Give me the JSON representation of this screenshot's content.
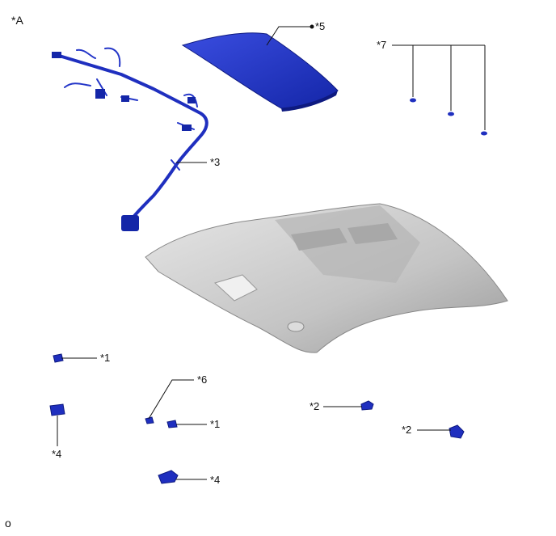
{
  "diagram": {
    "view_label": "*A",
    "footer_mark": "o",
    "callouts": {
      "c1a": "*1",
      "c1b": "*1",
      "c2a": "*2",
      "c2b": "*2",
      "c3": "*3",
      "c4a": "*4",
      "c4b": "*4",
      "c5": "*5",
      "c6": "*6",
      "c7": "*7"
    }
  },
  "colors": {
    "part_blue": "#1f2fbf",
    "part_blue_dark": "#0e1a80",
    "headliner_gray": "#c9c9c9",
    "leader_line": "#111111"
  }
}
